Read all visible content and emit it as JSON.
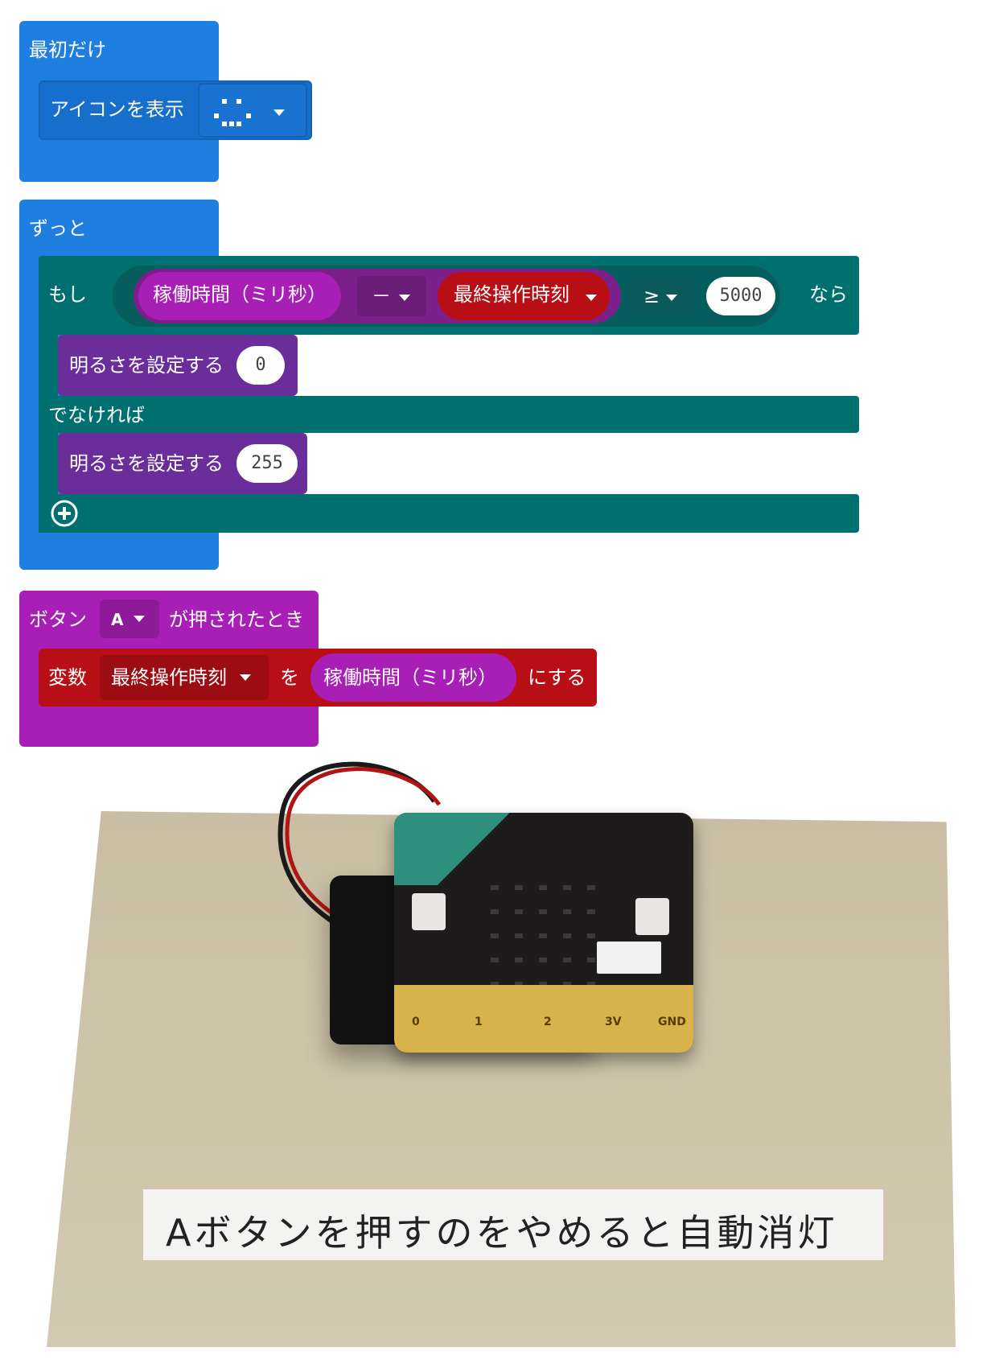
{
  "colors": {
    "event_blue": "#1e7fe0",
    "logic_teal": "#006f6f",
    "led_purple": "#6a2d9a",
    "input_magenta": "#a81fb5",
    "variable_red": "#b80f17"
  },
  "on_start": {
    "label": "最初だけ",
    "show_icon": {
      "label": "アイコンを表示",
      "icon": "smiley-face-icon"
    }
  },
  "forever": {
    "label": "ずっと",
    "if_block": {
      "if_label": "もし",
      "left": "稼働時間（ミリ秒）",
      "operator": "－",
      "right": "最終操作時刻",
      "compare": "≥",
      "value": "5000",
      "then_label": "なら",
      "then_stmt": {
        "label": "明るさを設定する",
        "value": "0"
      },
      "else_label": "でなければ",
      "else_stmt": {
        "label": "明るさを設定する",
        "value": "255"
      }
    }
  },
  "on_button": {
    "prefix": "ボタン",
    "button": "A",
    "suffix": "が押されたとき",
    "set_var": {
      "label": "変数",
      "variable": "最終操作時刻",
      "to": "を",
      "value": "稼働時間（ミリ秒）",
      "suffix": "にする"
    }
  },
  "photo": {
    "caption": "Aボタンを押すのをやめると自動消灯",
    "pins": [
      "0",
      "1",
      "2",
      "3V",
      "GND"
    ]
  }
}
